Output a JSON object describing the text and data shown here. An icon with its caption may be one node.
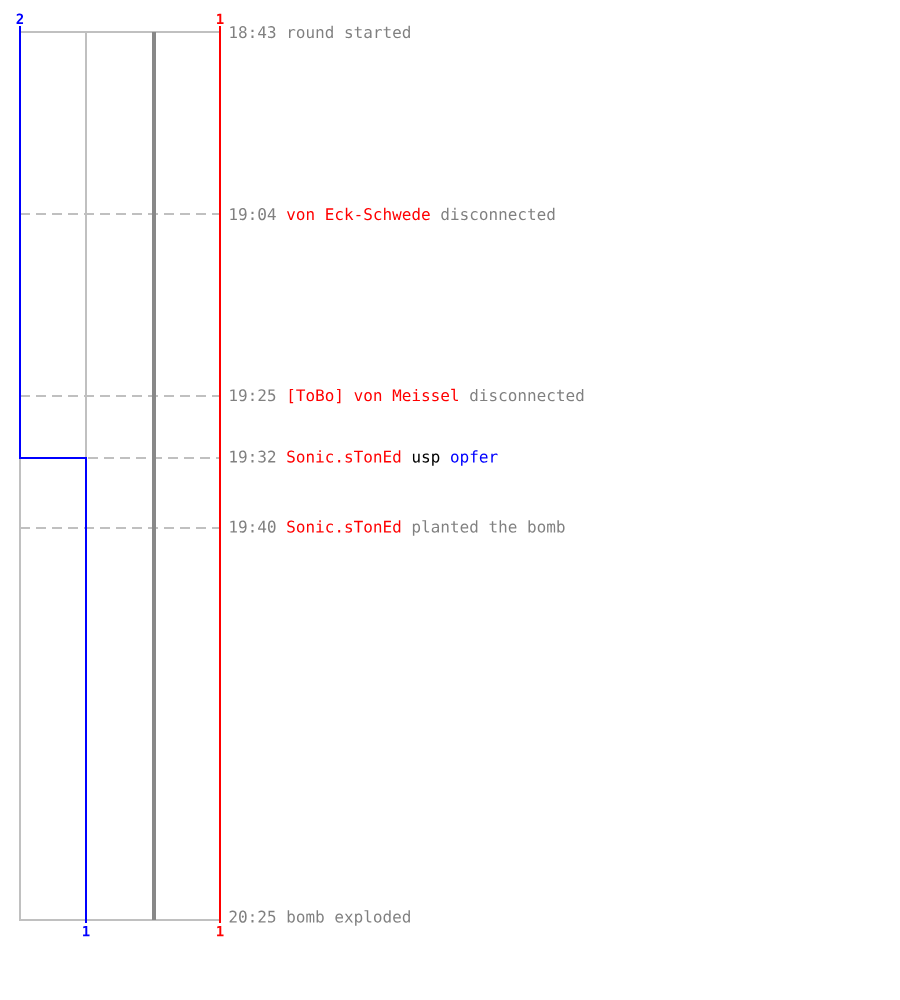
{
  "diagram": {
    "labels": [
      "2",
      "1",
      "18:43 round started",
      "19:04",
      "von Eck-Schwede",
      "disconnected",
      "19:25",
      "[ToBo] von Meissel",
      "disconnected",
      "19:32",
      "Sonic.sTonEd",
      "usp",
      "opfer",
      "19:40",
      "Sonic.sTonEd",
      "planted the bomb",
      "20:25 bomb exploded",
      "1",
      "1"
    ]
  }
}
